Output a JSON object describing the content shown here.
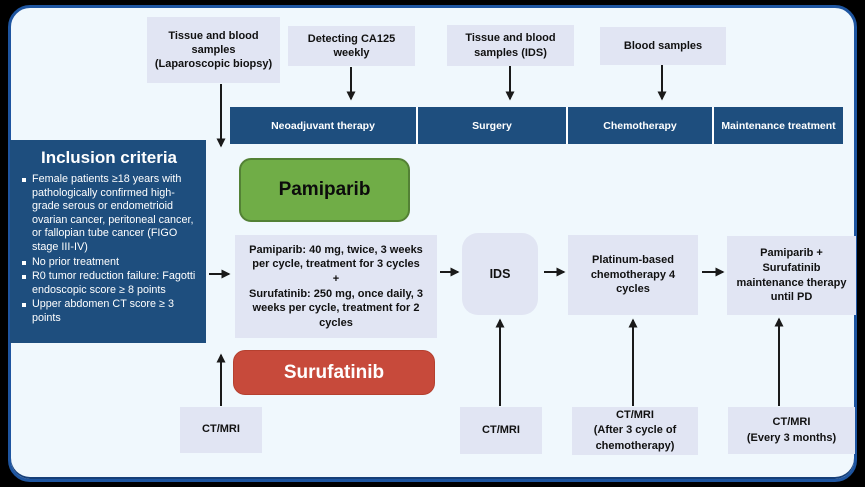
{
  "colors": {
    "dark_blue": "#1E4E7E",
    "box_lavender": "#E1E5F3",
    "green_fill": "#70AD47",
    "green_border": "#538135",
    "red_fill": "#C74A3B",
    "frame_border": "#1E55A0",
    "background": "#F0F8FD",
    "arrow": "#1A1A1A"
  },
  "sample_boxes": [
    {
      "label": "Tissue and blood samples (Laparoscopic biopsy)"
    },
    {
      "label": "Detecting CA125 weekly"
    },
    {
      "label": "Tissue and blood samples (IDS)"
    },
    {
      "label": "Blood samples"
    }
  ],
  "phase_bar": {
    "phases": [
      "Neoadjuvant therapy",
      "Surgery",
      "Chemotherapy",
      "Maintenance treatment"
    ]
  },
  "inclusion_criteria": {
    "title": "Inclusion criteria",
    "items": [
      "Female patients ≥18 years with pathologically confirmed high-grade serous or endometrioid ovarian cancer, peritoneal cancer, or fallopian tube cancer (FIGO stage III-IV)",
      "No prior treatment",
      "R0 tumor reduction failure: Fagotti endoscopic score ≥ 8 points",
      "Upper abdomen CT score ≥ 3 points"
    ]
  },
  "drugs": {
    "pamiparib": "Pamiparib",
    "surufatinib": "Surufatinib"
  },
  "flow": {
    "regimen": "Pamiparib: 40 mg, twice, 3 weeks per cycle, treatment for 3 cycles\n+\nSurufatinib: 250 mg, once daily, 3 weeks per cycle, treatment for 2 cycles",
    "ids": "IDS",
    "chemo": "Platinum-based chemotherapy 4 cycles",
    "maintenance": "Pamiparib + Surufatinib maintenance therapy until PD"
  },
  "imaging_boxes": [
    {
      "label": "CT/MRI"
    },
    {
      "label": "CT/MRI"
    },
    {
      "label": "CT/MRI\n(After 3 cycle of chemotherapy)"
    },
    {
      "label": "CT/MRI\n(Every 3 months)"
    }
  ]
}
